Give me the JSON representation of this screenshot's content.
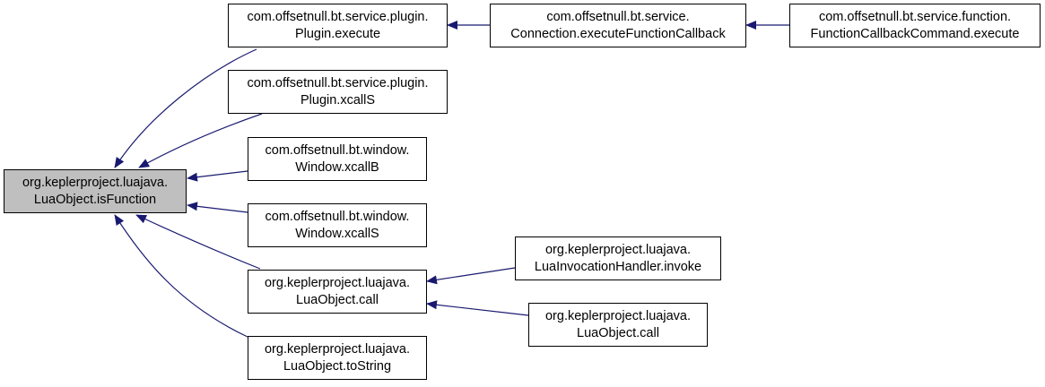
{
  "colors": {
    "edge": "#191970",
    "root_fill": "#bfbfbf",
    "node_fill": "#ffffff",
    "border": "#000000"
  },
  "nodes": {
    "root": {
      "line1": "org.keplerproject.luajava.",
      "line2": "LuaObject.isFunction"
    },
    "plugin_execute": {
      "line1": "com.offsetnull.bt.service.plugin.",
      "line2": "Plugin.execute"
    },
    "conn_execfunc": {
      "line1": "com.offsetnull.bt.service.",
      "line2": "Connection.executeFunctionCallback"
    },
    "func_cb_cmd": {
      "line1": "com.offsetnull.bt.service.function.",
      "line2": "FunctionCallbackCommand.execute"
    },
    "plugin_xcalls": {
      "line1": "com.offsetnull.bt.service.plugin.",
      "line2": "Plugin.xcallS"
    },
    "window_xcallb": {
      "line1": "com.offsetnull.bt.window.",
      "line2": "Window.xcallB"
    },
    "window_xcalls": {
      "line1": "com.offsetnull.bt.window.",
      "line2": "Window.xcallS"
    },
    "luaobject_call": {
      "line1": "org.keplerproject.luajava.",
      "line2": "LuaObject.call"
    },
    "lua_invocation": {
      "line1": "org.keplerproject.luajava.",
      "line2": "LuaInvocationHandler.invoke"
    },
    "luaobject_call2": {
      "line1": "org.keplerproject.luajava.",
      "line2": "LuaObject.call"
    },
    "luaobject_tostr": {
      "line1": "org.keplerproject.luajava.",
      "line2": "LuaObject.toString"
    }
  }
}
